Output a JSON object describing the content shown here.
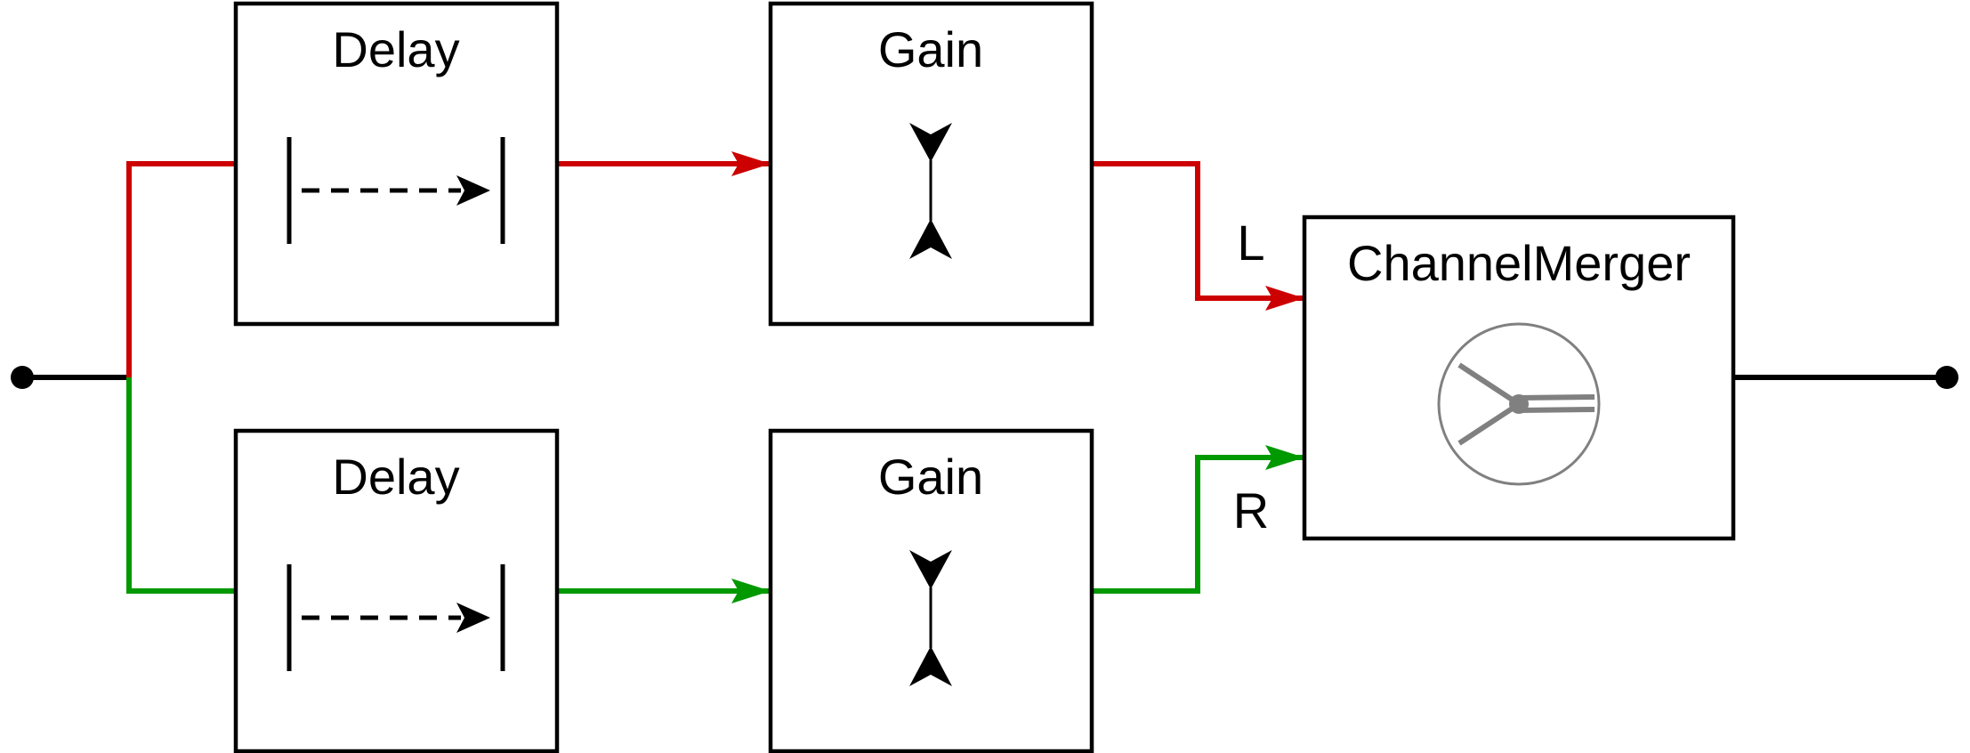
{
  "blocks": {
    "delay_top": {
      "label": "Delay"
    },
    "delay_bottom": {
      "label": "Delay"
    },
    "gain_top": {
      "label": "Gain"
    },
    "gain_bottom": {
      "label": "Gain"
    },
    "merger": {
      "label": "ChannelMerger"
    }
  },
  "channels": {
    "left": {
      "label": "L",
      "color": "#cc0000"
    },
    "right": {
      "label": "R",
      "color": "#009900"
    }
  },
  "colors": {
    "stroke": "#000000",
    "merger_icon": "#808080"
  }
}
